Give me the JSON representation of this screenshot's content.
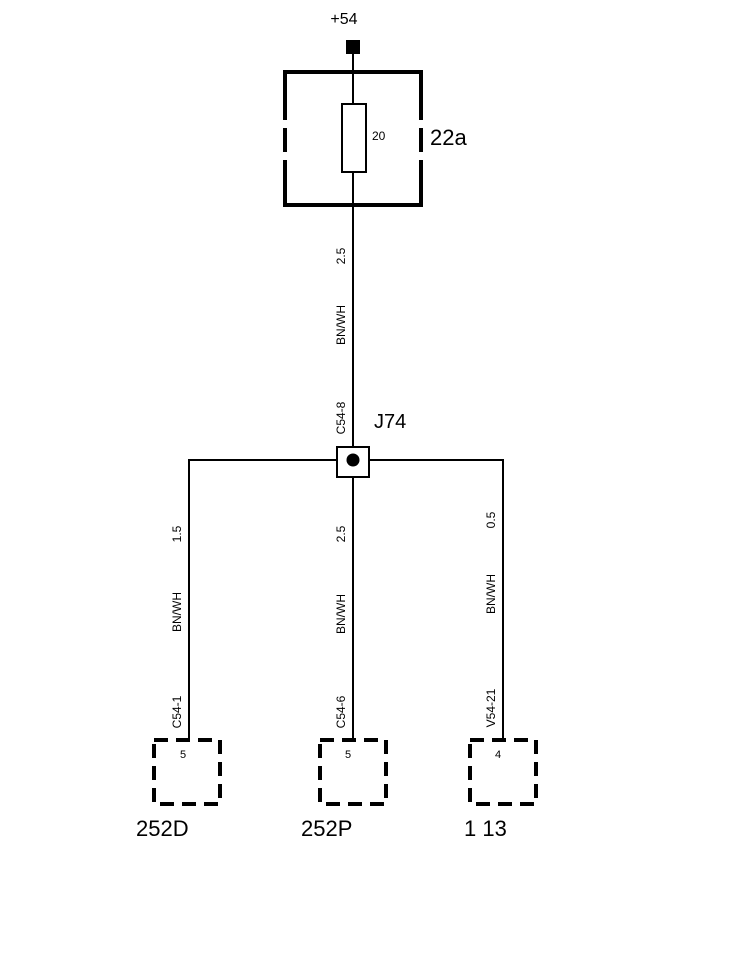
{
  "supply": {
    "label": "+54"
  },
  "fuse_box": {
    "label": "22a",
    "rating": "20"
  },
  "main_wire": {
    "gauge": "2.5",
    "color": "BN/WH"
  },
  "junction": {
    "label": "J74",
    "connector": "C54-8"
  },
  "branches": [
    {
      "gauge": "1.5",
      "color": "BN/WH",
      "connector": "C54-1",
      "pin": "5",
      "component": "252D"
    },
    {
      "gauge": "2.5",
      "color": "BN/WH",
      "connector": "C54-6",
      "pin": "5",
      "component": "252P"
    },
    {
      "gauge": "0.5",
      "color": "BN/WH",
      "connector": "V54-21",
      "pin": "4",
      "component": "1 13"
    }
  ]
}
